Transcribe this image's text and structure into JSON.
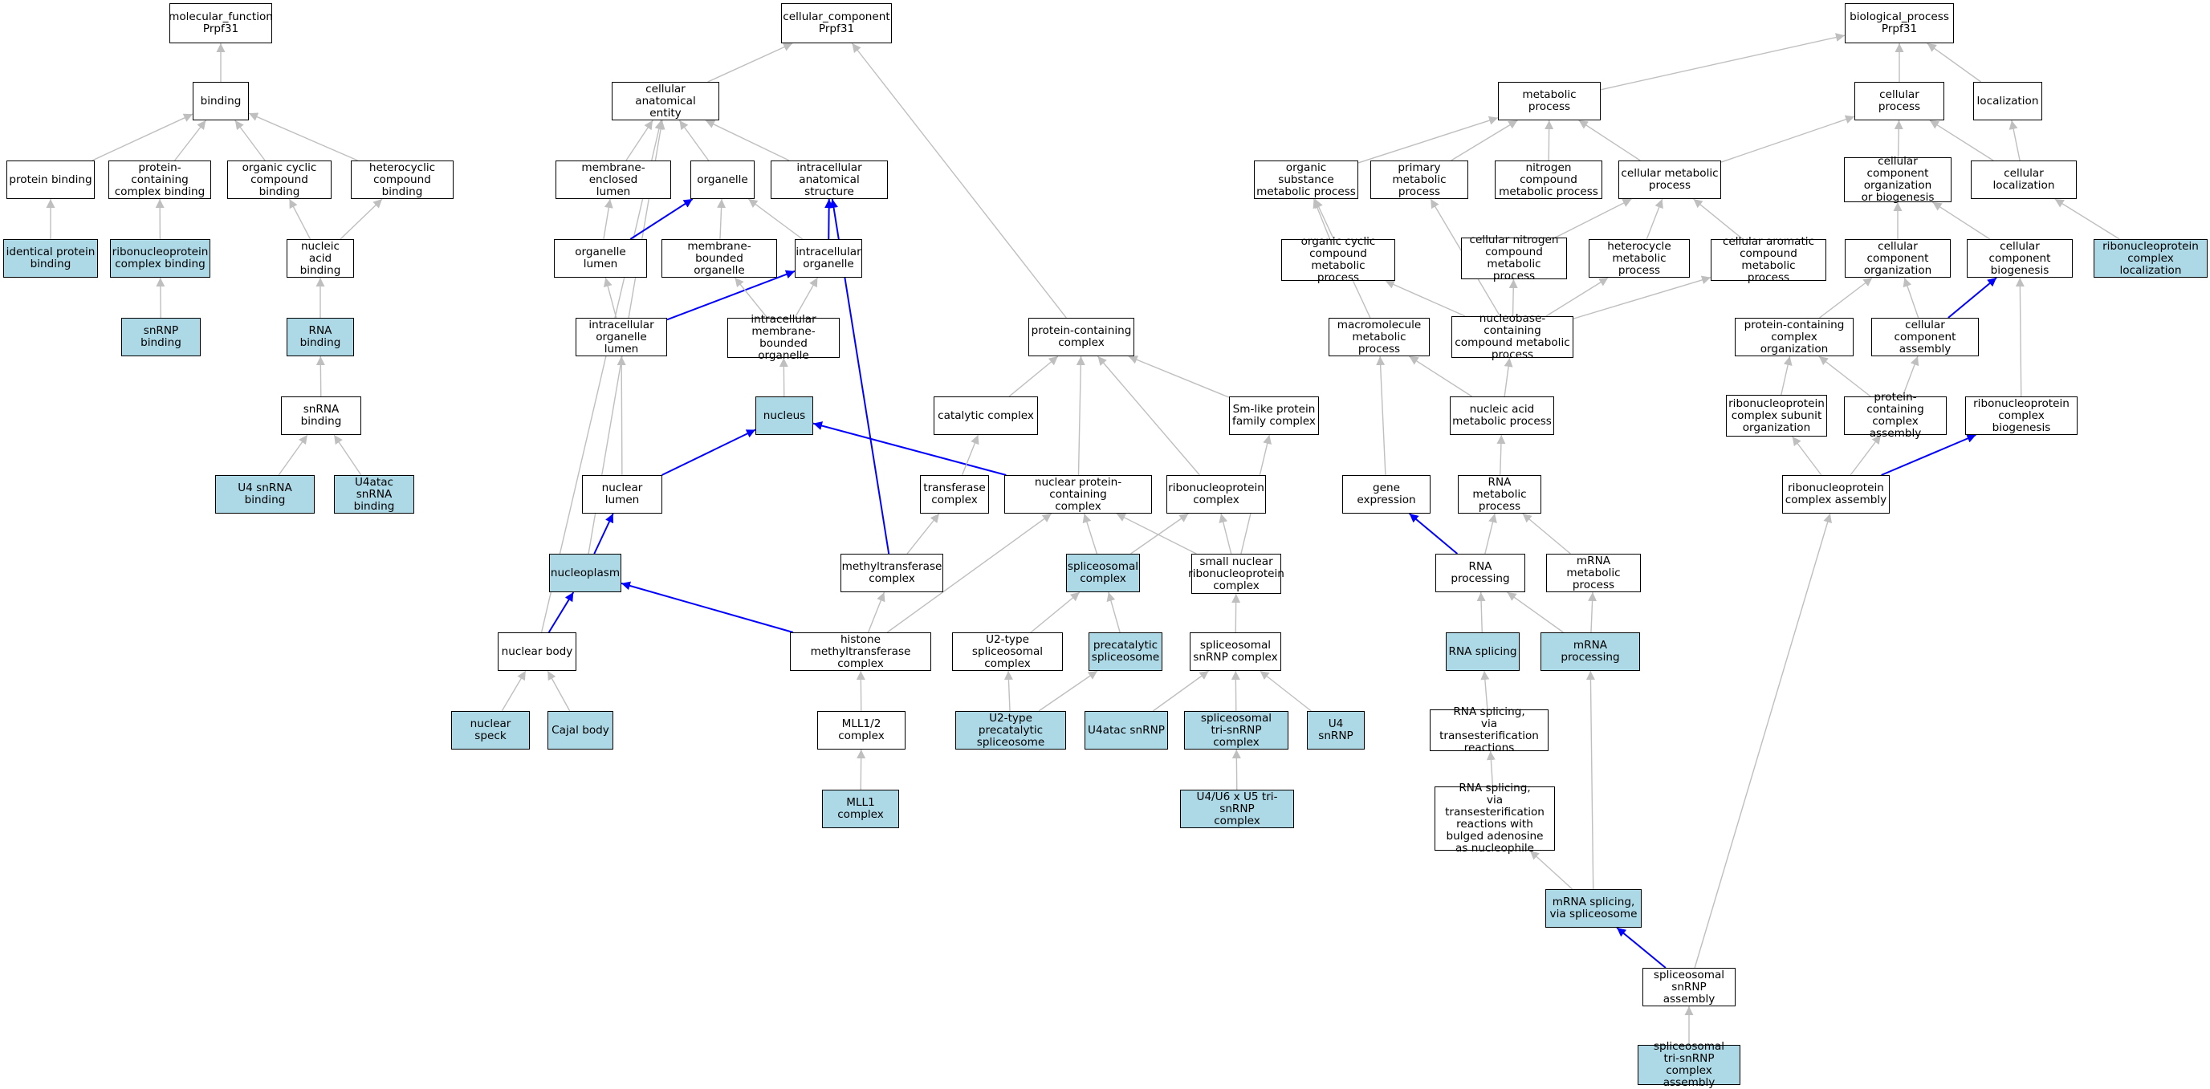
{
  "colors": {
    "highlight_fill": "#add8e6",
    "plain_fill": "#ffffff",
    "edge_gray": "#bfbfbf",
    "edge_blue": "#0000ff"
  },
  "nodes": [
    {
      "id": "mf_root",
      "label": "molecular_function\nPrpf31",
      "hl": false
    },
    {
      "id": "binding",
      "label": "binding",
      "hl": false
    },
    {
      "id": "protein_binding",
      "label": "protein binding",
      "hl": false
    },
    {
      "id": "pc_complex_binding",
      "label": "protein-containing\ncomplex binding",
      "hl": false
    },
    {
      "id": "organic_cyclic_binding",
      "label": "organic cyclic\ncompound binding",
      "hl": false
    },
    {
      "id": "heterocyclic_binding",
      "label": "heterocyclic\ncompound binding",
      "hl": false
    },
    {
      "id": "identical_protein_binding",
      "label": "identical protein\nbinding",
      "hl": true
    },
    {
      "id": "rnp_complex_binding",
      "label": "ribonucleoprotein\ncomplex binding",
      "hl": true
    },
    {
      "id": "nucleic_acid_binding",
      "label": "nucleic acid\nbinding",
      "hl": false
    },
    {
      "id": "snrnp_binding",
      "label": "snRNP binding",
      "hl": true
    },
    {
      "id": "rna_binding",
      "label": "RNA binding",
      "hl": true
    },
    {
      "id": "snrna_binding",
      "label": "snRNA binding",
      "hl": false
    },
    {
      "id": "u4_snrna_binding",
      "label": "U4 snRNA binding",
      "hl": true
    },
    {
      "id": "u4atac_snrna_binding",
      "label": "U4atac snRNA\nbinding",
      "hl": true
    },
    {
      "id": "cc_root",
      "label": "cellular_component\nPrpf31",
      "hl": false
    },
    {
      "id": "cell_anat_entity",
      "label": "cellular anatomical\nentity",
      "hl": false
    },
    {
      "id": "membrane_enclosed_lumen",
      "label": "membrane-enclosed\nlumen",
      "hl": false
    },
    {
      "id": "organelle",
      "label": "organelle",
      "hl": false
    },
    {
      "id": "intracellular_anat",
      "label": "intracellular\nanatomical structure",
      "hl": false
    },
    {
      "id": "organelle_lumen",
      "label": "organelle lumen",
      "hl": false
    },
    {
      "id": "membrane_bounded_organelle",
      "label": "membrane-bounded\norganelle",
      "hl": false
    },
    {
      "id": "intracellular_organelle",
      "label": "intracellular\norganelle",
      "hl": false
    },
    {
      "id": "intra_organelle_lumen",
      "label": "intracellular\norganelle lumen",
      "hl": false
    },
    {
      "id": "intra_mb_organelle",
      "label": "intracellular\nmembrane-bounded\norganelle",
      "hl": false
    },
    {
      "id": "nucleus",
      "label": "nucleus",
      "hl": true
    },
    {
      "id": "nuclear_lumen",
      "label": "nuclear lumen",
      "hl": false
    },
    {
      "id": "nucleoplasm",
      "label": "nucleoplasm",
      "hl": true
    },
    {
      "id": "nuclear_body",
      "label": "nuclear body",
      "hl": false
    },
    {
      "id": "nuclear_speck",
      "label": "nuclear speck",
      "hl": true
    },
    {
      "id": "cajal_body",
      "label": "Cajal body",
      "hl": true
    },
    {
      "id": "pc_complex",
      "label": "protein-containing\ncomplex",
      "hl": false
    },
    {
      "id": "catalytic_complex",
      "label": "catalytic complex",
      "hl": false
    },
    {
      "id": "sm_like",
      "label": "Sm-like protein\nfamily complex",
      "hl": false
    },
    {
      "id": "transferase_complex",
      "label": "transferase\ncomplex",
      "hl": false
    },
    {
      "id": "nuclear_pc_complex",
      "label": "nuclear protein-containing\ncomplex",
      "hl": false
    },
    {
      "id": "rnp_complex",
      "label": "ribonucleoprotein\ncomplex",
      "hl": false
    },
    {
      "id": "methyltransferase_complex",
      "label": "methyltransferase\ncomplex",
      "hl": false
    },
    {
      "id": "spliceosomal_complex",
      "label": "spliceosomal\ncomplex",
      "hl": true
    },
    {
      "id": "small_nuclear_rnp",
      "label": "small nuclear\nribonucleoprotein\ncomplex",
      "hl": false
    },
    {
      "id": "histone_mt_complex",
      "label": "histone methyltransferase\ncomplex",
      "hl": false
    },
    {
      "id": "u2_spliceosomal",
      "label": "U2-type spliceosomal\ncomplex",
      "hl": false
    },
    {
      "id": "precatalytic_spliceosome",
      "label": "precatalytic\nspliceosome",
      "hl": true
    },
    {
      "id": "spliceosomal_snrnp",
      "label": "spliceosomal\nsnRNP complex",
      "hl": false
    },
    {
      "id": "mll12_complex",
      "label": "MLL1/2 complex",
      "hl": false
    },
    {
      "id": "u2_precatalytic",
      "label": "U2-type precatalytic\nspliceosome",
      "hl": true
    },
    {
      "id": "u4atac_snrnp",
      "label": "U4atac snRNP",
      "hl": true
    },
    {
      "id": "tri_snrnp",
      "label": "spliceosomal\ntri-snRNP complex",
      "hl": true
    },
    {
      "id": "u4_snrnp",
      "label": "U4 snRNP",
      "hl": true
    },
    {
      "id": "mll1_complex",
      "label": "MLL1 complex",
      "hl": true
    },
    {
      "id": "u4u6u5_tri",
      "label": "U4/U6 x U5 tri-snRNP\ncomplex",
      "hl": true
    },
    {
      "id": "bp_root",
      "label": "biological_process\nPrpf31",
      "hl": false
    },
    {
      "id": "metabolic_process",
      "label": "metabolic process",
      "hl": false
    },
    {
      "id": "cellular_process",
      "label": "cellular process",
      "hl": false
    },
    {
      "id": "localization",
      "label": "localization",
      "hl": false
    },
    {
      "id": "organic_subst_mp",
      "label": "organic substance\nmetabolic process",
      "hl": false
    },
    {
      "id": "primary_mp",
      "label": "primary metabolic\nprocess",
      "hl": false
    },
    {
      "id": "nitrogen_mp",
      "label": "nitrogen compound\nmetabolic process",
      "hl": false
    },
    {
      "id": "cellular_mp",
      "label": "cellular metabolic\nprocess",
      "hl": false
    },
    {
      "id": "cc_org_biogenesis",
      "label": "cellular component\norganization\nor biogenesis",
      "hl": false
    },
    {
      "id": "cellular_localization",
      "label": "cellular localization",
      "hl": false
    },
    {
      "id": "organic_cyclic_mp",
      "label": "organic cyclic\ncompound metabolic\nprocess",
      "hl": false
    },
    {
      "id": "cellular_nitrogen_mp",
      "label": "cellular nitrogen\ncompound metabolic\nprocess",
      "hl": false
    },
    {
      "id": "heterocycle_mp",
      "label": "heterocycle\nmetabolic process",
      "hl": false
    },
    {
      "id": "cellular_aromatic_mp",
      "label": "cellular aromatic\ncompound metabolic\nprocess",
      "hl": false
    },
    {
      "id": "cc_organization",
      "label": "cellular component\norganization",
      "hl": false
    },
    {
      "id": "cc_biogenesis",
      "label": "cellular component\nbiogenesis",
      "hl": false
    },
    {
      "id": "rnp_complex_localization",
      "label": "ribonucleoprotein\ncomplex localization",
      "hl": true
    },
    {
      "id": "macromolecule_mp",
      "label": "macromolecule\nmetabolic process",
      "hl": false
    },
    {
      "id": "nucleobase_mp",
      "label": "nucleobase-containing\ncompound metabolic\nprocess",
      "hl": false
    },
    {
      "id": "pc_complex_org",
      "label": "protein-containing\ncomplex organization",
      "hl": false
    },
    {
      "id": "cc_assembly",
      "label": "cellular component\nassembly",
      "hl": false
    },
    {
      "id": "nucleic_acid_mp",
      "label": "nucleic acid\nmetabolic process",
      "hl": false
    },
    {
      "id": "rnp_subunit_org",
      "label": "ribonucleoprotein\ncomplex subunit\norganization",
      "hl": false
    },
    {
      "id": "pc_complex_assembly",
      "label": "protein-containing\ncomplex assembly",
      "hl": false
    },
    {
      "id": "rnp_biogenesis",
      "label": "ribonucleoprotein\ncomplex biogenesis",
      "hl": false
    },
    {
      "id": "gene_expression",
      "label": "gene expression",
      "hl": false
    },
    {
      "id": "rna_mp",
      "label": "RNA metabolic\nprocess",
      "hl": false
    },
    {
      "id": "rnp_assembly",
      "label": "ribonucleoprotein\ncomplex assembly",
      "hl": false
    },
    {
      "id": "rna_processing",
      "label": "RNA processing",
      "hl": false
    },
    {
      "id": "mrna_mp",
      "label": "mRNA metabolic\nprocess",
      "hl": false
    },
    {
      "id": "rna_splicing",
      "label": "RNA splicing",
      "hl": true
    },
    {
      "id": "mrna_processing",
      "label": "mRNA processing",
      "hl": true
    },
    {
      "id": "rna_splicing_trans",
      "label": "RNA splicing,\nvia transesterification\nreactions",
      "hl": false
    },
    {
      "id": "rna_splicing_bulged",
      "label": "RNA splicing,\nvia transesterification\nreactions with\nbulged adenosine\nas nucleophile",
      "hl": false
    },
    {
      "id": "mrna_splicing",
      "label": "mRNA splicing,\nvia spliceosome",
      "hl": true
    },
    {
      "id": "snrnp_assembly",
      "label": "spliceosomal\nsnRNP assembly",
      "hl": false
    },
    {
      "id": "tri_snrnp_assembly",
      "label": "spliceosomal\ntri-snRNP complex\nassembly",
      "hl": true
    }
  ],
  "edges": [
    [
      "binding",
      "mf_root",
      "gray"
    ],
    [
      "protein_binding",
      "binding",
      "gray"
    ],
    [
      "pc_complex_binding",
      "binding",
      "gray"
    ],
    [
      "organic_cyclic_binding",
      "binding",
      "gray"
    ],
    [
      "heterocyclic_binding",
      "binding",
      "gray"
    ],
    [
      "identical_protein_binding",
      "protein_binding",
      "gray"
    ],
    [
      "rnp_complex_binding",
      "pc_complex_binding",
      "gray"
    ],
    [
      "nucleic_acid_binding",
      "organic_cyclic_binding",
      "gray"
    ],
    [
      "nucleic_acid_binding",
      "heterocyclic_binding",
      "gray"
    ],
    [
      "snrnp_binding",
      "rnp_complex_binding",
      "gray"
    ],
    [
      "rna_binding",
      "nucleic_acid_binding",
      "gray"
    ],
    [
      "snrna_binding",
      "rna_binding",
      "gray"
    ],
    [
      "u4_snrna_binding",
      "snrna_binding",
      "gray"
    ],
    [
      "u4atac_snrna_binding",
      "snrna_binding",
      "gray"
    ],
    [
      "cell_anat_entity",
      "cc_root",
      "gray"
    ],
    [
      "pc_complex",
      "cc_root",
      "gray"
    ],
    [
      "membrane_enclosed_lumen",
      "cell_anat_entity",
      "gray"
    ],
    [
      "organelle",
      "cell_anat_entity",
      "gray"
    ],
    [
      "intracellular_anat",
      "cell_anat_entity",
      "gray"
    ],
    [
      "nucleoplasm",
      "cell_anat_entity",
      "gray"
    ],
    [
      "nuclear_body",
      "cell_anat_entity",
      "gray"
    ],
    [
      "organelle_lumen",
      "membrane_enclosed_lumen",
      "gray"
    ],
    [
      "organelle_lumen",
      "organelle",
      "blue"
    ],
    [
      "membrane_bounded_organelle",
      "organelle",
      "gray"
    ],
    [
      "intracellular_organelle",
      "organelle",
      "gray"
    ],
    [
      "intracellular_organelle",
      "intracellular_anat",
      "blue"
    ],
    [
      "methyltransferase_complex",
      "intracellular_anat",
      "blue"
    ],
    [
      "intra_organelle_lumen",
      "organelle_lumen",
      "gray"
    ],
    [
      "intra_organelle_lumen",
      "intracellular_organelle",
      "blue"
    ],
    [
      "intra_mb_organelle",
      "membrane_bounded_organelle",
      "gray"
    ],
    [
      "intra_mb_organelle",
      "intracellular_organelle",
      "gray"
    ],
    [
      "nucleus",
      "intra_mb_organelle",
      "gray"
    ],
    [
      "nuclear_lumen",
      "intra_organelle_lumen",
      "gray"
    ],
    [
      "nuclear_lumen",
      "nucleus",
      "blue"
    ],
    [
      "nuclear_pc_complex",
      "nucleus",
      "blue"
    ],
    [
      "nucleoplasm",
      "nuclear_lumen",
      "blue"
    ],
    [
      "nuclear_body",
      "nucleoplasm",
      "blue"
    ],
    [
      "histone_mt_complex",
      "nucleoplasm",
      "blue"
    ],
    [
      "nuclear_speck",
      "nuclear_body",
      "gray"
    ],
    [
      "cajal_body",
      "nuclear_body",
      "gray"
    ],
    [
      "catalytic_complex",
      "pc_complex",
      "gray"
    ],
    [
      "nuclear_pc_complex",
      "pc_complex",
      "gray"
    ],
    [
      "rnp_complex",
      "pc_complex",
      "gray"
    ],
    [
      "sm_like",
      "pc_complex",
      "gray"
    ],
    [
      "transferase_complex",
      "catalytic_complex",
      "gray"
    ],
    [
      "methyltransferase_complex",
      "transferase_complex",
      "gray"
    ],
    [
      "spliceosomal_complex",
      "nuclear_pc_complex",
      "gray"
    ],
    [
      "small_nuclear_rnp",
      "nuclear_pc_complex",
      "gray"
    ],
    [
      "histone_mt_complex",
      "nuclear_pc_complex",
      "gray"
    ],
    [
      "spliceosomal_complex",
      "rnp_complex",
      "gray"
    ],
    [
      "small_nuclear_rnp",
      "rnp_complex",
      "gray"
    ],
    [
      "small_nuclear_rnp",
      "sm_like",
      "gray"
    ],
    [
      "histone_mt_complex",
      "methyltransferase_complex",
      "gray"
    ],
    [
      "u2_spliceosomal",
      "spliceosomal_complex",
      "gray"
    ],
    [
      "precatalytic_spliceosome",
      "spliceosomal_complex",
      "gray"
    ],
    [
      "spliceosomal_snrnp",
      "small_nuclear_rnp",
      "gray"
    ],
    [
      "mll12_complex",
      "histone_mt_complex",
      "gray"
    ],
    [
      "u2_precatalytic",
      "u2_spliceosomal",
      "gray"
    ],
    [
      "u2_precatalytic",
      "precatalytic_spliceosome",
      "gray"
    ],
    [
      "u4atac_snrnp",
      "spliceosomal_snrnp",
      "gray"
    ],
    [
      "tri_snrnp",
      "spliceosomal_snrnp",
      "gray"
    ],
    [
      "u4_snrnp",
      "spliceosomal_snrnp",
      "gray"
    ],
    [
      "mll1_complex",
      "mll12_complex",
      "gray"
    ],
    [
      "u4u6u5_tri",
      "tri_snrnp",
      "gray"
    ],
    [
      "metabolic_process",
      "bp_root",
      "gray"
    ],
    [
      "cellular_process",
      "bp_root",
      "gray"
    ],
    [
      "localization",
      "bp_root",
      "gray"
    ],
    [
      "organic_subst_mp",
      "metabolic_process",
      "gray"
    ],
    [
      "primary_mp",
      "metabolic_process",
      "gray"
    ],
    [
      "nitrogen_mp",
      "metabolic_process",
      "gray"
    ],
    [
      "cellular_mp",
      "metabolic_process",
      "gray"
    ],
    [
      "cellular_mp",
      "cellular_process",
      "gray"
    ],
    [
      "cc_org_biogenesis",
      "cellular_process",
      "gray"
    ],
    [
      "cellular_localization",
      "cellular_process",
      "gray"
    ],
    [
      "cellular_localization",
      "localization",
      "gray"
    ],
    [
      "organic_cyclic_mp",
      "organic_subst_mp",
      "gray"
    ],
    [
      "macromolecule_mp",
      "organic_subst_mp",
      "gray"
    ],
    [
      "nucleobase_mp",
      "primary_mp",
      "gray"
    ],
    [
      "cellular_nitrogen_mp",
      "cellular_mp",
      "gray"
    ],
    [
      "heterocycle_mp",
      "cellular_mp",
      "gray"
    ],
    [
      "cellular_aromatic_mp",
      "cellular_mp",
      "gray"
    ],
    [
      "cc_organization",
      "cc_org_biogenesis",
      "gray"
    ],
    [
      "cc_biogenesis",
      "cc_org_biogenesis",
      "gray"
    ],
    [
      "rnp_complex_localization",
      "cellular_localization",
      "gray"
    ],
    [
      "nucleobase_mp",
      "organic_cyclic_mp",
      "gray"
    ],
    [
      "nucleobase_mp",
      "cellular_nitrogen_mp",
      "gray"
    ],
    [
      "nucleobase_mp",
      "heterocycle_mp",
      "gray"
    ],
    [
      "nucleobase_mp",
      "cellular_aromatic_mp",
      "gray"
    ],
    [
      "pc_complex_org",
      "cc_organization",
      "gray"
    ],
    [
      "cc_assembly",
      "cc_organization",
      "gray"
    ],
    [
      "cc_assembly",
      "cc_biogenesis",
      "blue"
    ],
    [
      "rnp_biogenesis",
      "cc_biogenesis",
      "gray"
    ],
    [
      "gene_expression",
      "macromolecule_mp",
      "gray"
    ],
    [
      "nucleic_acid_mp",
      "macromolecule_mp",
      "gray"
    ],
    [
      "nucleic_acid_mp",
      "nucleobase_mp",
      "gray"
    ],
    [
      "rnp_subunit_org",
      "pc_complex_org",
      "gray"
    ],
    [
      "pc_complex_assembly",
      "pc_complex_org",
      "gray"
    ],
    [
      "pc_complex_assembly",
      "cc_assembly",
      "gray"
    ],
    [
      "rna_mp",
      "nucleic_acid_mp",
      "gray"
    ],
    [
      "rnp_assembly",
      "rnp_subunit_org",
      "gray"
    ],
    [
      "rnp_assembly",
      "pc_complex_assembly",
      "gray"
    ],
    [
      "rnp_assembly",
      "rnp_biogenesis",
      "blue"
    ],
    [
      "rna_processing",
      "gene_expression",
      "blue"
    ],
    [
      "rna_processing",
      "rna_mp",
      "gray"
    ],
    [
      "mrna_mp",
      "rna_mp",
      "gray"
    ],
    [
      "rna_splicing",
      "rna_processing",
      "gray"
    ],
    [
      "mrna_processing",
      "rna_processing",
      "gray"
    ],
    [
      "mrna_processing",
      "mrna_mp",
      "gray"
    ],
    [
      "rna_splicing_trans",
      "rna_splicing",
      "gray"
    ],
    [
      "rna_splicing_bulged",
      "rna_splicing_trans",
      "gray"
    ],
    [
      "mrna_splicing",
      "rna_splicing_bulged",
      "gray"
    ],
    [
      "mrna_splicing",
      "mrna_processing",
      "gray"
    ],
    [
      "snrnp_assembly",
      "mrna_splicing",
      "blue"
    ],
    [
      "snrnp_assembly",
      "rnp_assembly",
      "gray"
    ],
    [
      "tri_snrnp_assembly",
      "snrnp_assembly",
      "gray"
    ]
  ]
}
